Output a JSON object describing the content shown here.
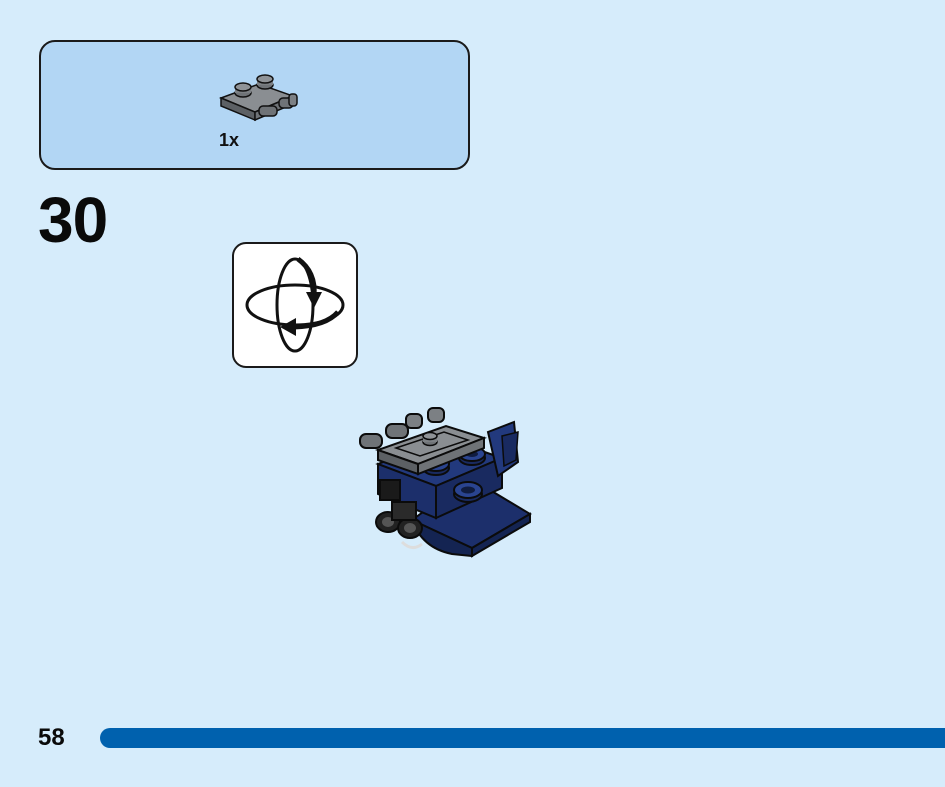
{
  "parts_callout": {
    "quantity": "1x",
    "part_icon": "plate-1x2-with-bar-handles-icon",
    "part_color": "#6f7377"
  },
  "step": {
    "number": "30"
  },
  "rotate_hint": {
    "icon": "rotate-model-icon"
  },
  "model": {
    "image": "model-subassembly-illustration",
    "primary_color": "#1c2f6b",
    "secondary_color": "#6f7377"
  },
  "footer": {
    "page_number": "58",
    "progress_color": "#0061ae"
  }
}
